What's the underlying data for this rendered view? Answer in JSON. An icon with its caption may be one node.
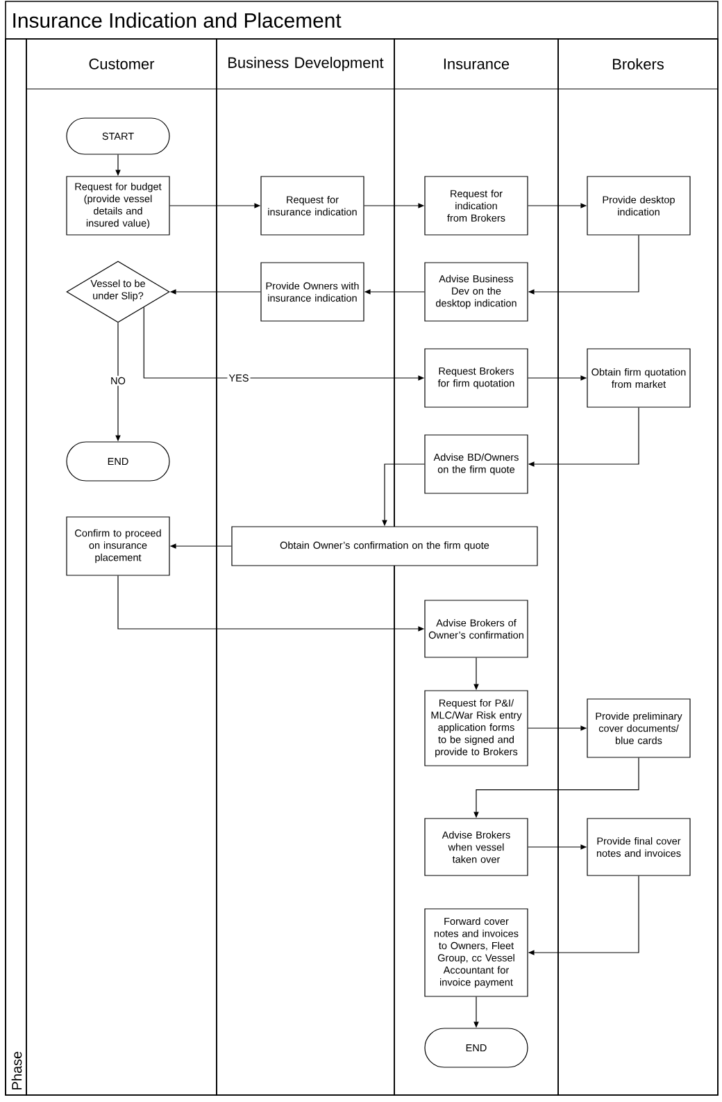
{
  "diagram": {
    "title": "Insurance Indication and Placement",
    "nodes": [
      {
        "text": [
          "Phase"
        ]
      },
      {
        "text": [
          "Customer"
        ]
      },
      {
        "text": [
          "Business Development"
        ]
      },
      {
        "text": [
          "Insurance"
        ]
      },
      {
        "text": [
          "Brokers"
        ]
      },
      {
        "text": [
          "START"
        ],
        "in": 1
      },
      {
        "text": [
          "Request for budget (provide vessel details and insured value)"
        ],
        "in": 1
      },
      {
        "text": [
          "Request for insurance indication"
        ],
        "in": 2
      },
      {
        "text": [
          "Request for indication from Brokers"
        ],
        "in": 3
      },
      {
        "text": [
          "Provide desktop indication"
        ],
        "in": 4
      },
      {
        "text": [
          "Vessel to be under Slip?"
        ],
        "in": 1
      },
      {
        "text": [
          "Provide Owners with insurance indication"
        ],
        "in": 2
      },
      {
        "text": [
          "Advise Business Dev on the desktop indication"
        ],
        "in": 3
      },
      {
        "text": [
          "Request Brokers for firm quotation"
        ],
        "in": 3
      },
      {
        "text": [
          "Obtain firm quotation from market"
        ],
        "in": 4
      },
      {
        "text": [
          "END"
        ],
        "in": 1
      },
      {
        "text": [
          "Advise BD/Owners on the firm quote"
        ],
        "in": 3
      },
      {
        "text": [
          "Confirm to proceed on insurance placement"
        ],
        "in": 1
      },
      {
        "text": [
          "Obtain Owner’s confirmation on the firm quote"
        ]
      },
      {
        "text": [
          "Advise Brokers of Owner’s confirmation"
        ],
        "in": 3
      },
      {
        "text": [
          "Request for P&I/ MLC/War Risk entry application forms to be signed and provide to Brokers"
        ],
        "in": 3
      },
      {
        "text": [
          "Provide preliminary cover documents/ blue cards"
        ],
        "in": 4
      },
      {
        "text": [
          "Advise Brokers when vessel taken over"
        ],
        "in": 3
      },
      {
        "text": [
          "Provide final cover notes and invoices"
        ],
        "in": 4
      },
      {
        "text": [
          "Forward cover notes and invoices to Owners, Fleet Group, cc Vessel Accountant for invoice payment"
        ],
        "in": 3
      },
      {
        "text": [
          "END"
        ],
        "in": 3
      }
    ],
    "edges": [
      {
        "from": 5,
        "to": 6,
        "arrow": "to"
      },
      {
        "from": 6,
        "to": 7,
        "arrow": "to"
      },
      {
        "from": 7,
        "to": 8,
        "arrow": "to"
      },
      {
        "from": 8,
        "to": 9,
        "arrow": "to"
      },
      {
        "from": 9,
        "to": 12,
        "arrow": "to"
      },
      {
        "from": 12,
        "to": 11,
        "arrow": "to"
      },
      {
        "from": 11,
        "to": 10,
        "arrow": "to"
      },
      {
        "from": 10,
        "to": 15,
        "arrow": "to",
        "label": "NO"
      },
      {
        "from": 10,
        "to": 13,
        "arrow": "to",
        "label": "YES"
      },
      {
        "from": 13,
        "to": 14,
        "arrow": "to"
      },
      {
        "from": 14,
        "to": 16,
        "arrow": "to"
      },
      {
        "from": 16,
        "to": 18,
        "arrow": "to"
      },
      {
        "from": 18,
        "to": 17,
        "arrow": "to"
      },
      {
        "from": 17,
        "to": 19,
        "arrow": "to"
      },
      {
        "from": 19,
        "to": 20,
        "arrow": "to"
      },
      {
        "from": 20,
        "to": 21,
        "arrow": "to"
      },
      {
        "from": 21,
        "to": 22,
        "arrow": "to"
      },
      {
        "from": 22,
        "to": 23,
        "arrow": "to"
      },
      {
        "from": 23,
        "to": 24,
        "arrow": "to"
      },
      {
        "from": 24,
        "to": 25,
        "arrow": "to"
      }
    ]
  }
}
